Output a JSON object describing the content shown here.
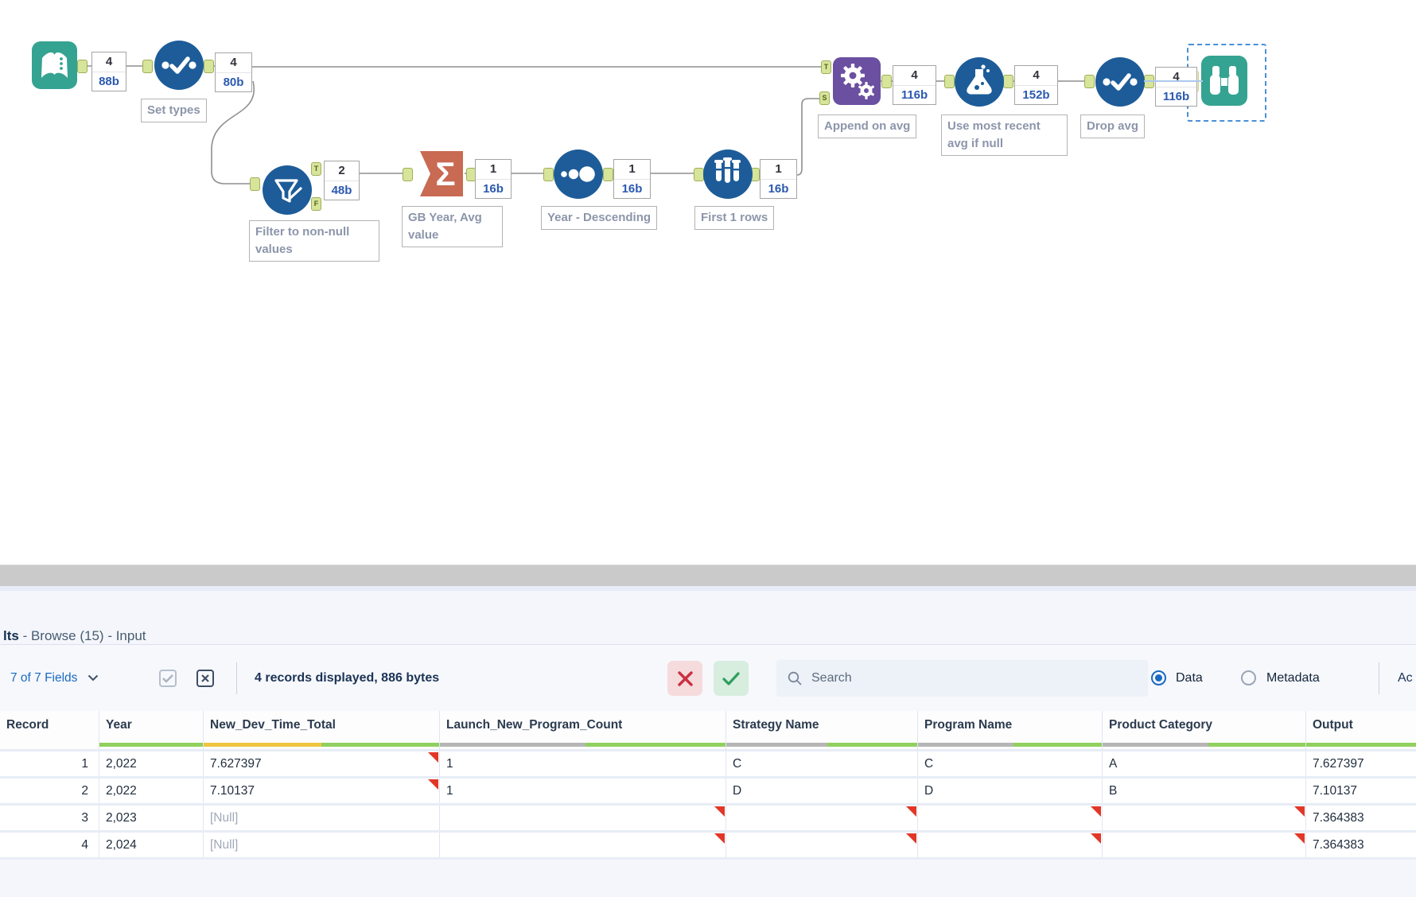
{
  "canvas": {
    "tools": [
      {
        "icon": "open-book-icon"
      },
      {
        "icon": "select-check-icon"
      },
      {
        "icon": "filter-funnel-icon"
      },
      {
        "icon": "sigma-summarize-icon"
      },
      {
        "icon": "dots-sort-icon"
      },
      {
        "icon": "test-tubes-sample-icon"
      },
      {
        "icon": "gears-append-icon"
      },
      {
        "icon": "flask-formula-icon"
      },
      {
        "icon": "select-check-icon"
      },
      {
        "icon": "binoculars-browse-icon"
      }
    ],
    "annotations": [
      {
        "count": "4",
        "size": "88b"
      },
      {
        "count": "4",
        "size": "80b"
      },
      {
        "count": "2",
        "size": "48b"
      },
      {
        "count": "1",
        "size": "16b"
      },
      {
        "count": "1",
        "size": "16b"
      },
      {
        "count": "1",
        "size": "16b"
      },
      {
        "count": "4",
        "size": "116b"
      },
      {
        "count": "4",
        "size": "152b"
      },
      {
        "count": "4",
        "size": "116b"
      }
    ],
    "labels": [
      "Set types",
      "Filter to non-null values",
      "GB Year, Avg value",
      "Year - Descending",
      "First 1 rows",
      "Append on avg",
      "Use most recent avg if null",
      "Drop avg"
    ],
    "anchor_letters": {
      "t": "T",
      "f": "F",
      "s": "S"
    }
  },
  "results": {
    "title": {
      "bold": "lts",
      "rest": " - Browse (15) - Input"
    },
    "toolbar": {
      "fields_label": "7 of 7 Fields",
      "records_label": "4 records displayed, 886 bytes",
      "search_placeholder": "Search",
      "data_label": "Data",
      "metadata_label": "Metadata",
      "actions_label": "Ac"
    },
    "table": {
      "columns": [
        {
          "name": "Record",
          "bar": null
        },
        {
          "name": "Year",
          "bar": [
            [
              "#8fd05e",
              100
            ]
          ]
        },
        {
          "name": "New_Dev_Time_Total",
          "bar": [
            [
              "#f0c540",
              50
            ],
            [
              "#8fd05e",
              50
            ]
          ]
        },
        {
          "name": "Launch_New_Program_Count",
          "bar": [
            [
              "#b6b6b6",
              51
            ],
            [
              "#8fd05e",
              49
            ]
          ]
        },
        {
          "name": "Strategy Name",
          "bar": [
            [
              "#b6b6b6",
              53
            ],
            [
              "#8fd05e",
              47
            ]
          ]
        },
        {
          "name": "Program Name",
          "bar": [
            [
              "#b6b6b6",
              52
            ],
            [
              "#8fd05e",
              48
            ]
          ]
        },
        {
          "name": "Product Category",
          "bar": [
            [
              "#b6b6b6",
              52
            ],
            [
              "#8fd05e",
              48
            ]
          ]
        },
        {
          "name": "Output",
          "bar": [
            [
              "#8fd05e",
              100
            ]
          ]
        }
      ],
      "rows": [
        {
          "record": "1",
          "cells": [
            {
              "v": "2,022"
            },
            {
              "v": "7.627397",
              "warn": true
            },
            {
              "v": "1"
            },
            {
              "v": "C"
            },
            {
              "v": "C"
            },
            {
              "v": "A"
            },
            {
              "v": "7.627397"
            }
          ]
        },
        {
          "record": "2",
          "cells": [
            {
              "v": "2,022"
            },
            {
              "v": "7.10137",
              "warn": true
            },
            {
              "v": "1"
            },
            {
              "v": "D"
            },
            {
              "v": "D"
            },
            {
              "v": "B"
            },
            {
              "v": "7.10137"
            }
          ]
        },
        {
          "record": "3",
          "cells": [
            {
              "v": "2,023"
            },
            {
              "v": "[Null]",
              "isnull": true
            },
            {
              "v": "",
              "warn": true
            },
            {
              "v": "",
              "warn": true
            },
            {
              "v": "",
              "warn": true
            },
            {
              "v": "",
              "warn": true
            },
            {
              "v": "7.364383"
            }
          ]
        },
        {
          "record": "4",
          "cells": [
            {
              "v": "2,024"
            },
            {
              "v": "[Null]",
              "isnull": true
            },
            {
              "v": "",
              "warn": true
            },
            {
              "v": "",
              "warn": true
            },
            {
              "v": "",
              "warn": true
            },
            {
              "v": "",
              "warn": true
            },
            {
              "v": "7.364383"
            }
          ]
        }
      ]
    }
  },
  "colors": {
    "tool_blue": "#1d5c99",
    "tool_teal": "#35a391",
    "tool_purple": "#6b4fa1",
    "tool_orange": "#c96a52",
    "anchor_green": "#d6e59a",
    "wire_gray": "#8f8f8f",
    "accent_blue": "#1b6ac0",
    "quality_green": "#8fd05e",
    "quality_yellow": "#f0c540",
    "quality_gray": "#b6b6b6",
    "warn_red": "#e23727"
  }
}
